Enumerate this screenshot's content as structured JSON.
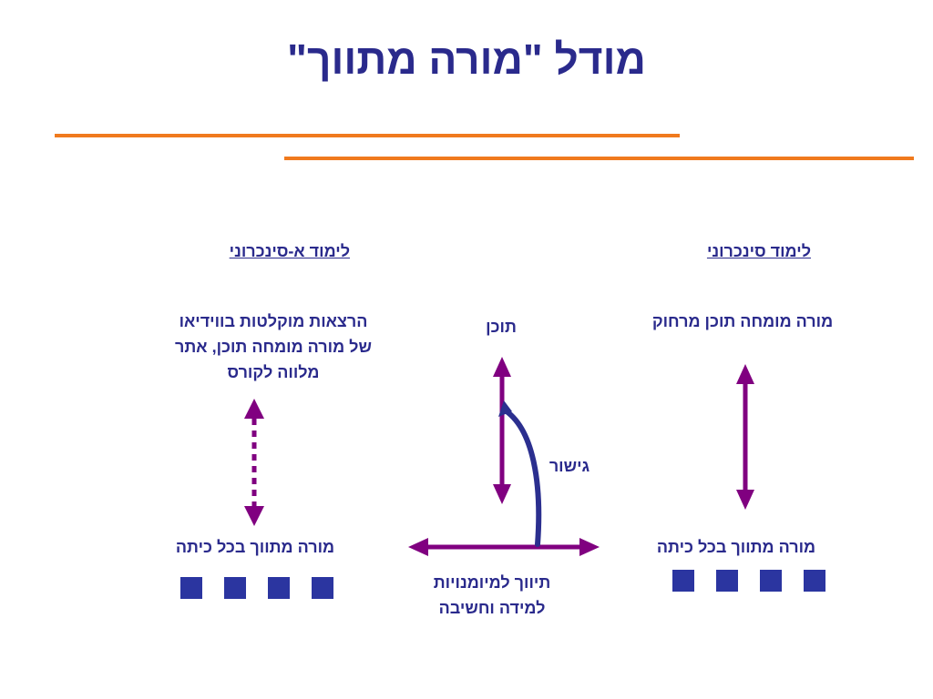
{
  "title": "מודל \"מורה מתווך\"",
  "colors": {
    "title_text": "#2a2a8c",
    "rule": "#f07a1e",
    "arrow_purple": "#800080",
    "curve_navy": "#2b2f8f",
    "square": "#2b35a0"
  },
  "left_column": {
    "heading": "לימוד א-סינכרוני",
    "top_text_line1": "הרצאות מוקלטות בווידיאו",
    "top_text_line2": "של מורה מומחה תוכן, אתר",
    "top_text_line3": "מלווה לקורס",
    "bottom_text": "מורה מתווך בכל כיתה",
    "arrow_style": "dotted-double-headed"
  },
  "center_column": {
    "top_label": "תוכן",
    "curve_label": "גישור",
    "bottom_line1": "תיווך למיומנויות",
    "bottom_line2": "למידה וחשיבה"
  },
  "right_column": {
    "heading": "לימוד סינכרוני",
    "top_text": "מורה מומחה תוכן מרחוק",
    "bottom_text": "מורה מתווך בכל כיתה",
    "arrow_style": "solid-double-headed"
  }
}
